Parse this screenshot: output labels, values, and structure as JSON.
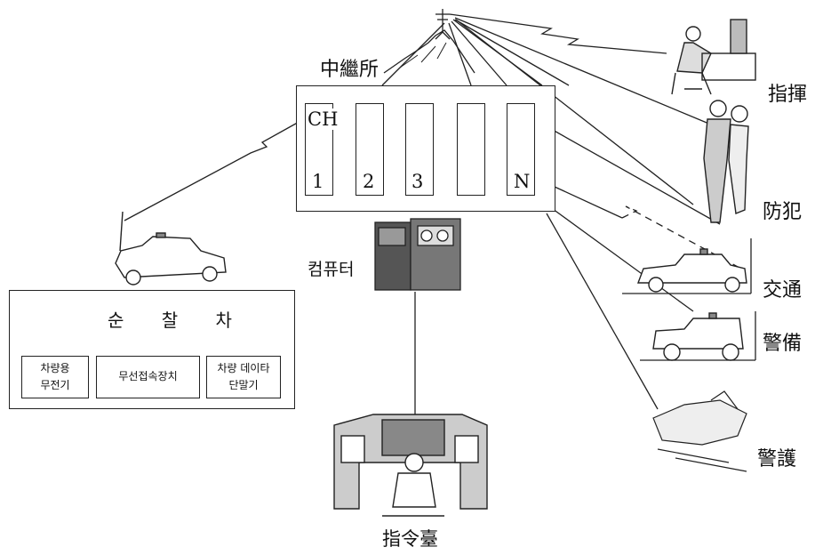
{
  "relay_station": {
    "title": "中繼所",
    "channel_tag": "CH",
    "channels": [
      "1",
      "2",
      "3",
      "",
      "N"
    ]
  },
  "computer": {
    "label": "컴퓨터"
  },
  "command_center": {
    "label": "指令臺"
  },
  "roles": [
    "指揮",
    "防犯",
    "交通",
    "警備",
    "警護"
  ],
  "patrol_car": {
    "title": "순 찰 차",
    "units": [
      {
        "line1": "차량용",
        "line2": "무전기"
      },
      {
        "line1": "무선접속장치",
        "line2": ""
      },
      {
        "line1": "차량 데이타",
        "line2": "단말기"
      }
    ]
  }
}
